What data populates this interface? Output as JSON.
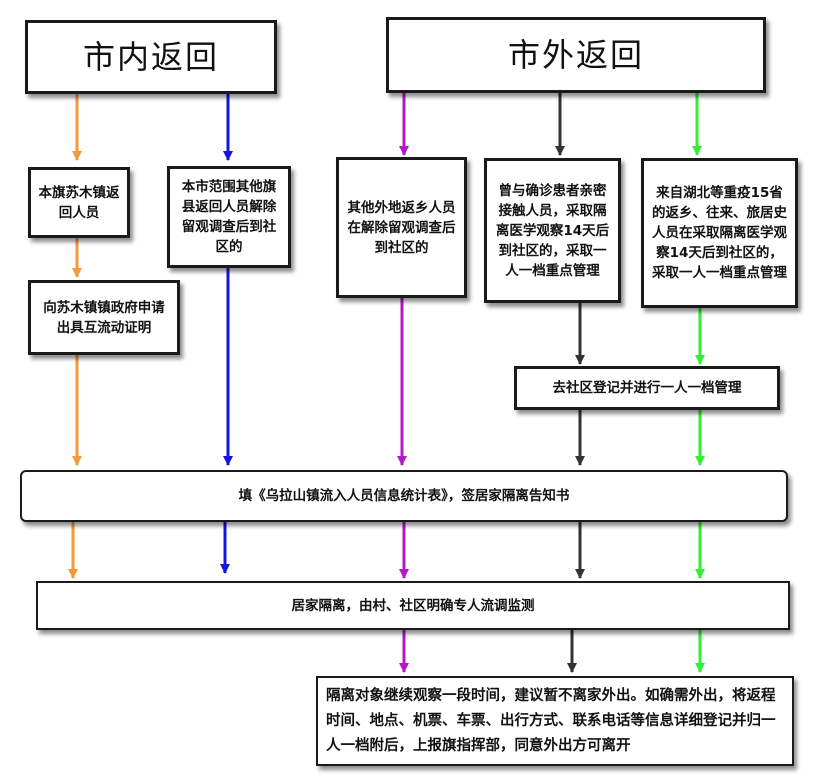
{
  "header_local": "市内返回",
  "header_outside": "市外返回",
  "box_local_town": "本旗苏木镇返回人员",
  "box_apply_certificate": "向苏木镇镇政府申请出具互流动证明",
  "box_local_county": "本市范围其他旗县返回人员解除留观调查后到社区的",
  "box_other_regions": "其他外地返乡人员在解除留观调查后到社区的",
  "box_close_contacts": "曾与确诊患者亲密接触人员，采取隔离医学观察14天后到社区的，采取一人一档重点管理",
  "box_hubei": "来自湖北等重疫15省的返乡、往来、旅居史人员在采取隔离医学观察14天后到社区的，采取一人一档重点管理",
  "box_register": "去社区登记并进行一人一档管理",
  "box_fill_form": "填《乌拉山镇流入人员信息统计表》，签居家隔离告知书",
  "box_home_quarantine": "居家隔离，由村、社区明确专人流调监测",
  "box_final": "隔离对象继续观察一段时间，建议暂不离家外出。如确需外出，将返程时间、地点、机票、车票、出行方式、联系电话等信息详细登记并归一人一档附后，上报旗指挥部，同意外出方可离开",
  "colors": {
    "orange": "#F39A3C",
    "blue": "#1515E0",
    "magenta": "#B21AC4",
    "black": "#333333",
    "green": "#33EE33"
  }
}
